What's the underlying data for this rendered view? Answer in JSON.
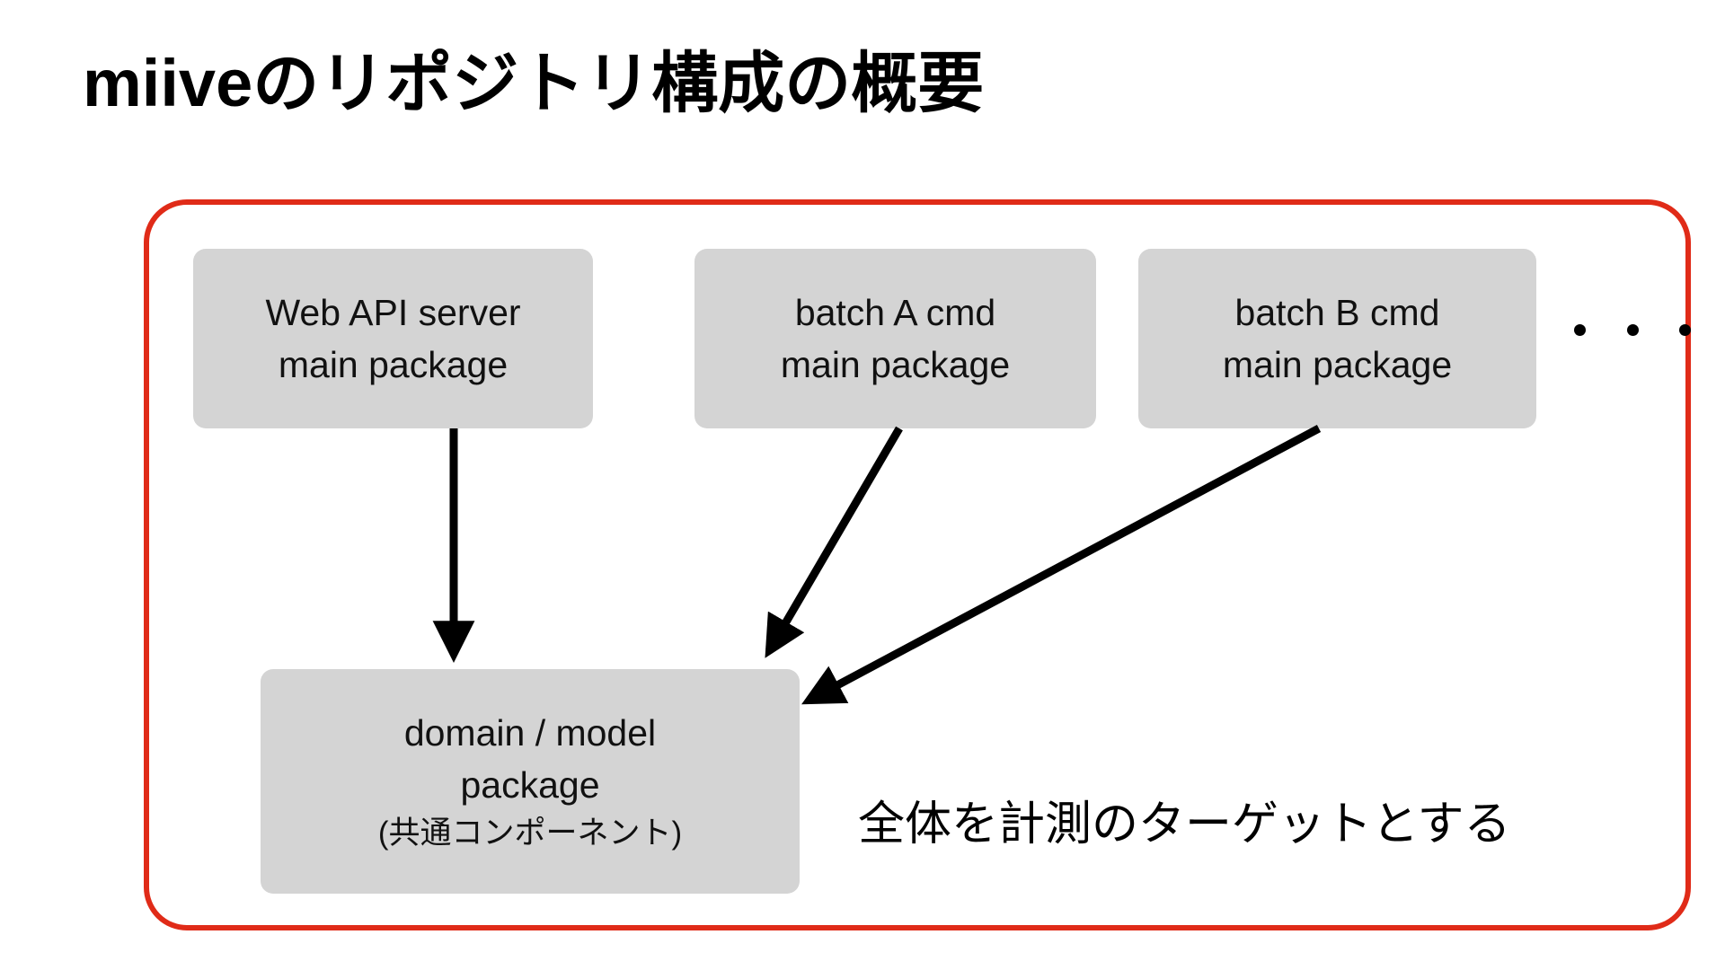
{
  "slide": {
    "title": "miiveのリポジトリ構成の概要",
    "caption": "全体を計測のターゲットとする",
    "boundary_label": "measurement-target-boundary",
    "ellipsis": "・・・"
  },
  "colors": {
    "boundary": "#E02B18",
    "box_fill": "#D4D4D4",
    "text": "#111111",
    "arrow": "#000000",
    "background": "#FFFFFF"
  },
  "boxes": [
    {
      "id": "web-api-server",
      "line1": "Web API server",
      "line2": "main package"
    },
    {
      "id": "batch-a-cmd",
      "line1": "batch A cmd",
      "line2": "main package"
    },
    {
      "id": "batch-b-cmd",
      "line1": "batch B cmd",
      "line2": "main package"
    },
    {
      "id": "domain-model",
      "line1": "domain / model",
      "line2": "package",
      "line3": "(共通コンポーネント)"
    }
  ],
  "arrows": [
    {
      "from": "web-api-server",
      "to": "domain-model",
      "kind": "vertical"
    },
    {
      "from": "batch-a-cmd",
      "to": "domain-model",
      "kind": "diagonal"
    },
    {
      "from": "batch-b-cmd",
      "to": "domain-model",
      "kind": "diagonal"
    }
  ]
}
